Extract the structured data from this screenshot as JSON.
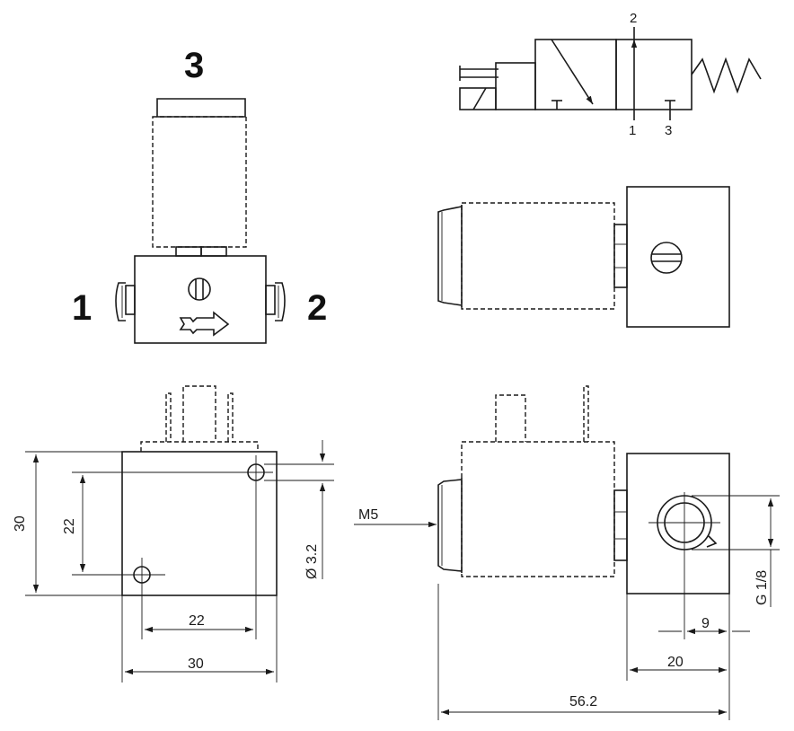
{
  "ports": {
    "top": "3",
    "left": "1",
    "right": "2"
  },
  "symbol_ports": {
    "top": "2",
    "bottom_left": "1",
    "bottom_right": "3"
  },
  "dimensions": {
    "height_30": "30",
    "height_22": "22",
    "width_22": "22",
    "width_30": "30",
    "hole_dia": "Ø 3.2",
    "thread_m5": "M5",
    "thread_g18": "G 1/8",
    "offset_9": "9",
    "width_20": "20",
    "total_56_2": "56.2"
  }
}
